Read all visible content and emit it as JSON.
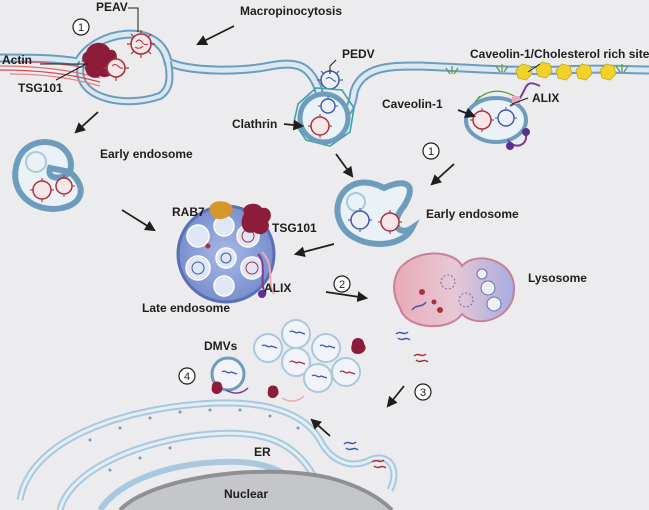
{
  "labels": {
    "peav": "PEAV",
    "macropinocytosis": "Macropinocytosis",
    "actin": "Actin",
    "tsg101_top": "TSG101",
    "pedv": "PEDV",
    "caveolin_site": "Caveolin-1/Cholesterol rich site",
    "clathrin": "Clathrin",
    "caveolin1": "Caveolin-1",
    "alix_top": "ALIX",
    "early_endosome_left": "Early endosome",
    "early_endosome_right": "Early endosome",
    "rab7": "RAB7",
    "tsg101_late": "TSG101",
    "alix_late": "ALIX",
    "late_endosome": "Late endosome",
    "lysosome": "Lysosome",
    "dmvs": "DMVs",
    "er": "ER",
    "nuclear": "Nuclear"
  },
  "steps": {
    "s1a": "1",
    "s1b": "1",
    "s2": "2",
    "s3": "3",
    "s4": "4"
  },
  "colors": {
    "background": "#ececee",
    "membrane": "#a9c8dd",
    "membrane_edge": "#6d9cbd",
    "virus_red": "#a8323c",
    "virus_blue": "#3a5aa8",
    "late_endosome_fill": "#8fa3d8",
    "lysosome_pink": "#e7a3b1",
    "tsg101": "#8d1c3a",
    "rab7": "#d7962a",
    "cholesterol": "#f0d22a",
    "caveolin_green": "#5a9a3a",
    "clathrin_teal": "#3aa6a2"
  }
}
